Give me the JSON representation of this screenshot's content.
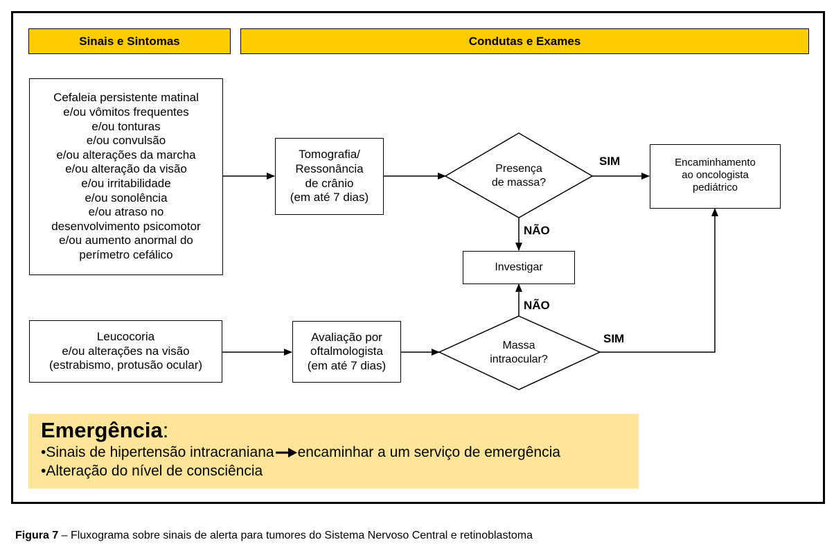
{
  "headers": {
    "signs": "Sinais e Sintomas",
    "actions": "Condutas e Exames"
  },
  "symptoms_box": {
    "lines": [
      "Cefaleia persistente matinal",
      "e/ou vômitos frequentes",
      "e/ou tonturas",
      "e/ou convulsão",
      "e/ou alterações da marcha",
      "e/ou alteração da visão",
      "e/ou irritabilidade",
      "e/ou sonolência",
      "e/ou atraso no",
      "desenvolvimento psicomotor",
      "e/ou aumento anormal do",
      "perímetro cefálico"
    ]
  },
  "tomography_box": {
    "lines": [
      "Tomografia/",
      "Ressonância",
      "de crânio",
      "(em até 7 dias)"
    ]
  },
  "mass_diamond": {
    "lines": [
      "Presença",
      "de massa?"
    ]
  },
  "referral_box": {
    "lines": [
      "Encaminhamento",
      "ao oncologista",
      "pediátrico"
    ]
  },
  "investigate_box": {
    "label": "Investigar"
  },
  "leukocoria_box": {
    "lines": [
      "Leucocoria",
      "e/ou alterações na visão",
      "(estrabismo, protusão ocular)"
    ]
  },
  "ophthalmology_box": {
    "lines": [
      "Avaliação por",
      "oftalmologista",
      "(em até 7 dias)"
    ]
  },
  "intraocular_diamond": {
    "lines": [
      "Massa",
      "intraocular?"
    ]
  },
  "edge_labels": {
    "yes_top": "SIM",
    "no_top": "NÃO",
    "no_bottom": "NÃO",
    "yes_bottom": "SIM"
  },
  "emergency": {
    "title": "Emergência",
    "title_suffix": ":",
    "item1_pre": "•Sinais de hipertensão intracraniana",
    "item1_post": "encaminhar a um serviço de emergência",
    "item2": "•Alteração do nível de consciência"
  },
  "caption": {
    "label": "Figura 7",
    "text": " – Fluxograma sobre sinais de alerta para tumores do Sistema Nervoso Central e retinoblastoma"
  },
  "colors": {
    "header_fill": "#ffcc00",
    "emergency_fill": "#ffe599"
  }
}
